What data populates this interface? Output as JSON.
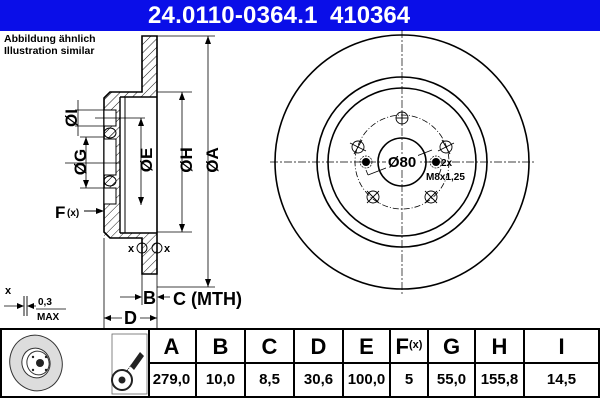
{
  "header": {
    "part_number": "24.0110-0364.1",
    "reference": "410364",
    "background_color": "#0a0ee8"
  },
  "note": {
    "line1": "Abbildung ähnlich",
    "line2": "Illustration similar"
  },
  "section_view": {
    "labels": {
      "dia_I": "ØI",
      "dia_G": "ØG",
      "dia_E": "ØE",
      "dia_H": "ØH",
      "dia_A": "ØA",
      "F": "F",
      "F_sub": "(x)",
      "x_left": "x",
      "x_right": "x",
      "B": "B",
      "C_mth": "C (MTH)",
      "D": "D"
    },
    "runout": {
      "x_label": "x",
      "value": "0,3",
      "max_label": "MAX"
    }
  },
  "front_view": {
    "center_bore": "Ø80",
    "thread_count": "2x",
    "thread_spec": "M8x1,25"
  },
  "table": {
    "columns": [
      {
        "label": "A",
        "value": "279,0"
      },
      {
        "label": "B",
        "value": "10,0"
      },
      {
        "label": "C",
        "value": "8,5"
      },
      {
        "label": "D",
        "value": "30,6"
      },
      {
        "label": "E",
        "value": "100,0"
      },
      {
        "label": "F",
        "sub": "(x)",
        "value": "5"
      },
      {
        "label": "G",
        "value": "55,0"
      },
      {
        "label": "H",
        "value": "155,8"
      },
      {
        "label": "I",
        "value": "14,5"
      }
    ]
  }
}
